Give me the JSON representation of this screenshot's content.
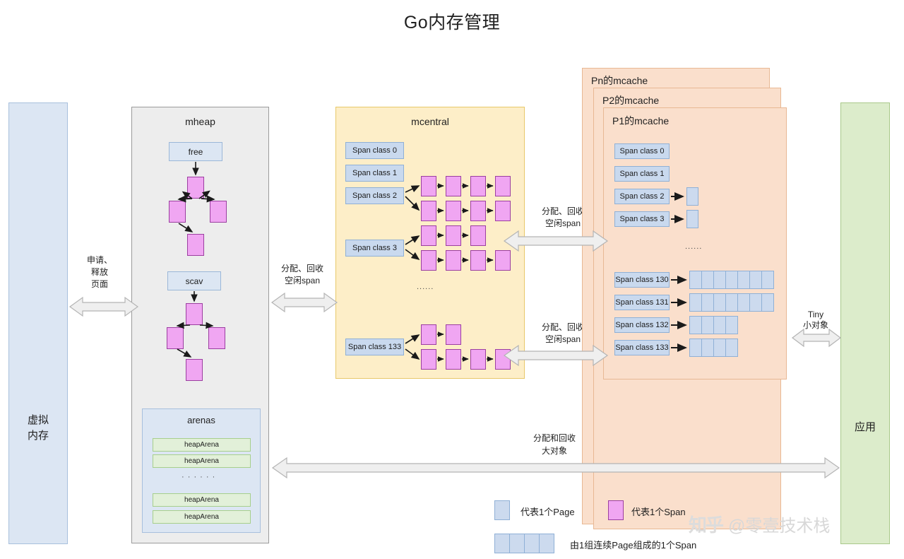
{
  "title": "Go内存管理",
  "virtual_memory": {
    "label": "虚拟\n内存",
    "line1": "虚拟",
    "line2": "内存"
  },
  "mheap": {
    "title": "mheap",
    "free_label": "free",
    "scav_label": "scav",
    "arenas": {
      "title": "arenas",
      "items": [
        "heapArena",
        "heapArena",
        "heapArena",
        "heapArena"
      ],
      "ellipsis": "· · · · · ·"
    }
  },
  "mcentral": {
    "title": "mcentral",
    "span_classes": [
      "Span class 0",
      "Span class 1",
      "Span class 2",
      "Span class 3",
      "Span class 133"
    ],
    "ellipsis": "......"
  },
  "mcache": {
    "panels": [
      "Pn的mcache",
      "P2的mcache",
      "P1的mcache"
    ],
    "span_classes_top": [
      "Span class 0",
      "Span class 1",
      "Span class 2",
      "Span class 3"
    ],
    "span_classes_bottom": [
      "Span class 130",
      "Span class 131",
      "Span class 132",
      "Span class 133"
    ],
    "ellipsis": "......",
    "page_counts": [
      7,
      7,
      4,
      4
    ]
  },
  "app": {
    "line1": "应",
    "line2": "用",
    "label": "应用"
  },
  "arrows": {
    "vm_mheap": {
      "line1": "申请、",
      "line2": "释放",
      "line3": "页面"
    },
    "mheap_mcentral": {
      "line1": "分配、回收",
      "line2": "空闲span"
    },
    "mcentral_mcache_top": {
      "line1": "分配、回收",
      "line2": "空闲span"
    },
    "mcentral_mcache_bottom": {
      "line1": "分配、回收",
      "line2": "空闲span"
    },
    "mcache_app": {
      "line1": "Tiny",
      "line2": "小对象"
    },
    "large_object": {
      "line1": "分配和回收",
      "line2": "大对象"
    }
  },
  "legend": {
    "page": "代表1个Page",
    "span": "代表1个Span",
    "page_group_span": "由1组连续Page组成的1个Span"
  },
  "watermark": {
    "logo": "知乎",
    "handle": "@零壹技术栈"
  },
  "colors": {
    "page_blue": "#c9d9ee",
    "span_purple": "#f0a6f2",
    "panel_yellow": "#fdeec8",
    "panel_peach": "#fadfcc",
    "panel_gray": "#ededed",
    "panel_green": "#dceccb",
    "panel_blue": "#dce6f3"
  }
}
